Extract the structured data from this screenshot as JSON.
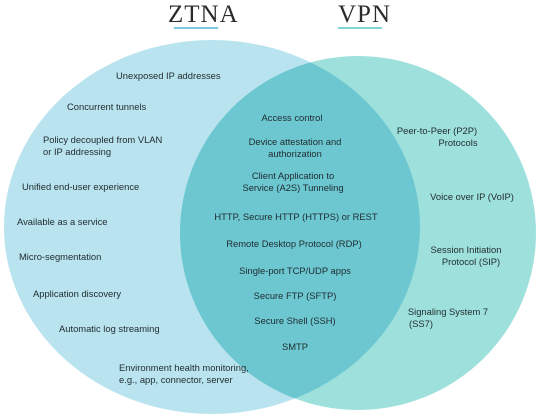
{
  "titles": {
    "left": "ZTNA",
    "right": "VPN"
  },
  "colors": {
    "left_circle": "#b9e3ef",
    "right_circle": "#9ee0dc",
    "overlap": "#6cc7d1",
    "left_underline": "#7cc9de",
    "right_underline": "#7fd6d2",
    "text": "#1f2b2e"
  },
  "ztna_only": [
    "Unexposed IP addresses",
    "Concurrent tunnels",
    "Policy decoupled from VLAN",
    "or IP addressing",
    "Unified end-user experience",
    "Available as a service",
    "Micro-segmentation",
    "Application discovery",
    "Automatic log streaming",
    "Environment health monitoring,",
    "e.g., app, connector, server"
  ],
  "shared": [
    "Access control",
    "Device attestation and",
    "authorization",
    "Client Application to",
    "Service (A2S) Tunneling",
    "HTTP, Secure HTTP (HTTPS) or REST",
    "Remote Desktop Protocol (RDP)",
    "Single-port TCP/UDP apps",
    "Secure FTP (SFTP)",
    "Secure Shell (SSH)",
    "SMTP"
  ],
  "vpn_only": [
    "Peer-to-Peer (P2P)",
    "Protocols",
    "Voice over IP (VoIP)",
    "Session Initiation",
    "Protocol (SIP)",
    "Signaling System 7",
    "(SS7)"
  ]
}
